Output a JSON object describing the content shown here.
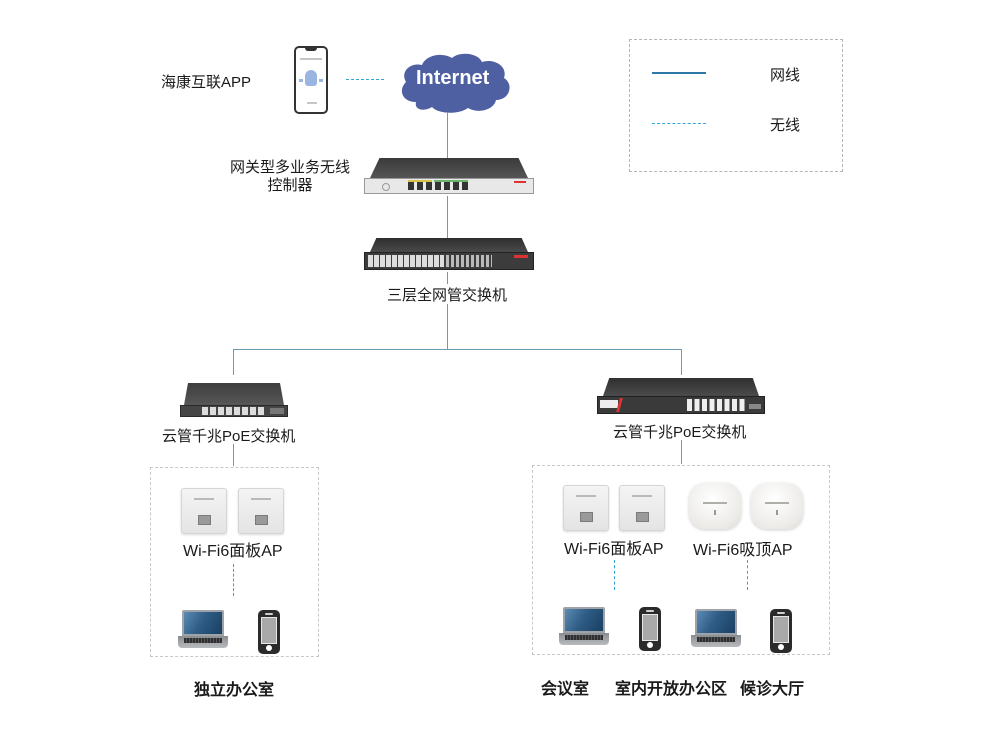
{
  "app": {
    "label": "海康互联APP"
  },
  "internet": {
    "label": "Internet",
    "color": "#4e5fa2"
  },
  "gateway": {
    "label_line1": "网关型多业务无线",
    "label_line2": "控制器"
  },
  "core_switch": {
    "label": "三层全网管交换机"
  },
  "left_poe_switch": {
    "label": "云管千兆PoE交换机"
  },
  "right_poe_switch": {
    "label": "云管千兆PoE交换机"
  },
  "legend": {
    "items": [
      {
        "label": "网线",
        "style": "solid",
        "color": "#2e78a8"
      },
      {
        "label": "无线",
        "style": "dashed",
        "color": "#2fa6d6"
      }
    ]
  },
  "left_zone": {
    "ap_label": "Wi-Fi6面板AP",
    "area_label": "独立办公室"
  },
  "right_zone": {
    "panel_ap_label": "Wi-Fi6面板AP",
    "ceiling_ap_label": "Wi-Fi6吸顶AP",
    "areas": [
      "会议室",
      "室内开放办公区",
      "候诊大厅"
    ]
  },
  "colors": {
    "wired_line": "#6b9bb0",
    "wireless_line": "#2fa6d6"
  }
}
